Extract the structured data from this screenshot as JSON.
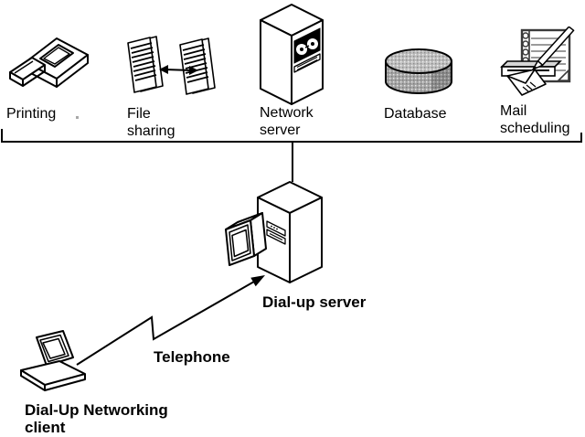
{
  "diagram": {
    "description": "Dial-Up Networking topology diagram",
    "services": [
      {
        "id": "printing",
        "icon": "printer-icon",
        "label_lines": [
          "Printing"
        ]
      },
      {
        "id": "file-sharing",
        "icon": "file-sharing-icon",
        "label_lines": [
          "File",
          "sharing"
        ]
      },
      {
        "id": "network-server",
        "icon": "network-server-icon",
        "label_lines": [
          "Network",
          "server"
        ]
      },
      {
        "id": "database",
        "icon": "database-icon",
        "label_lines": [
          "Database"
        ]
      },
      {
        "id": "mail-scheduling",
        "icon": "mail-scheduling-icon",
        "label_lines": [
          "Mail",
          "scheduling"
        ]
      }
    ],
    "server": {
      "icon": "dialup-server-icon",
      "label": "Dial-up server"
    },
    "connection": {
      "label": "Telephone"
    },
    "client": {
      "icon": "laptop-icon",
      "label_lines": [
        "Dial-Up Networking",
        "client"
      ]
    },
    "colors": {
      "line": "#000000",
      "background": "#ffffff",
      "icon_gray": "#808080",
      "dither_gray": "#b0b0b0"
    }
  }
}
